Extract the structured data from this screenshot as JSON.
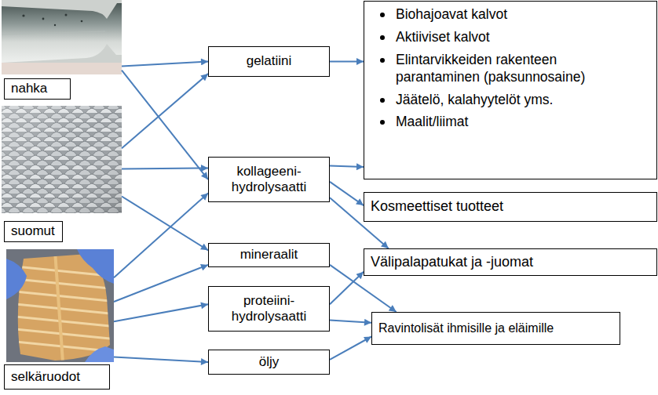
{
  "diagram": {
    "nodes": [
      {
        "text": [
          "nahka"
        ]
      },
      {
        "text": [
          "suomut"
        ]
      },
      {
        "text": [
          "selkäruodot"
        ]
      },
      {
        "text": [
          "gelatiini"
        ]
      },
      {
        "text": [
          "kollageeni- hydrolysaatti"
        ]
      },
      {
        "text": [
          "mineraalit"
        ]
      },
      {
        "text": [
          "proteiini- hydrolysaatti"
        ]
      },
      {
        "text": [
          "öljy"
        ]
      },
      {
        "text": [
          "Biohajoavat kalvot",
          "Aktiiviset kalvot",
          "Elintarvikkeiden rakenteen parantaminen (paksunnosaine)",
          "Jäätelö, kalahyytelöt yms.",
          "Maalit/liimat"
        ]
      },
      {
        "text": [
          "Kosmeettiset tuotteet"
        ]
      },
      {
        "text": [
          "Välipalapatukat ja -juomat"
        ]
      },
      {
        "text": [
          "Ravintolisät ihmisille ja eläimille"
        ]
      }
    ],
    "edges": [
      {
        "from": 0,
        "to": 3,
        "arrow": "to"
      },
      {
        "from": 0,
        "to": 4,
        "arrow": "to"
      },
      {
        "from": 1,
        "to": 3,
        "arrow": "to"
      },
      {
        "from": 1,
        "to": 4,
        "arrow": "to"
      },
      {
        "from": 1,
        "to": 5,
        "arrow": "to"
      },
      {
        "from": 2,
        "to": 4,
        "arrow": "to"
      },
      {
        "from": 2,
        "to": 5,
        "arrow": "to"
      },
      {
        "from": 2,
        "to": 6,
        "arrow": "to"
      },
      {
        "from": 2,
        "to": 7,
        "arrow": "to"
      },
      {
        "from": 3,
        "to": 8,
        "arrow": "to"
      },
      {
        "from": 4,
        "to": 8,
        "arrow": "to"
      },
      {
        "from": 4,
        "to": 9,
        "arrow": "to"
      },
      {
        "from": 4,
        "to": 10,
        "arrow": "to"
      },
      {
        "from": 5,
        "to": 11,
        "arrow": "to"
      },
      {
        "from": 6,
        "to": 10,
        "arrow": "to"
      },
      {
        "from": 6,
        "to": 11,
        "arrow": "to"
      },
      {
        "from": 7,
        "to": 11,
        "arrow": "to"
      }
    ]
  }
}
